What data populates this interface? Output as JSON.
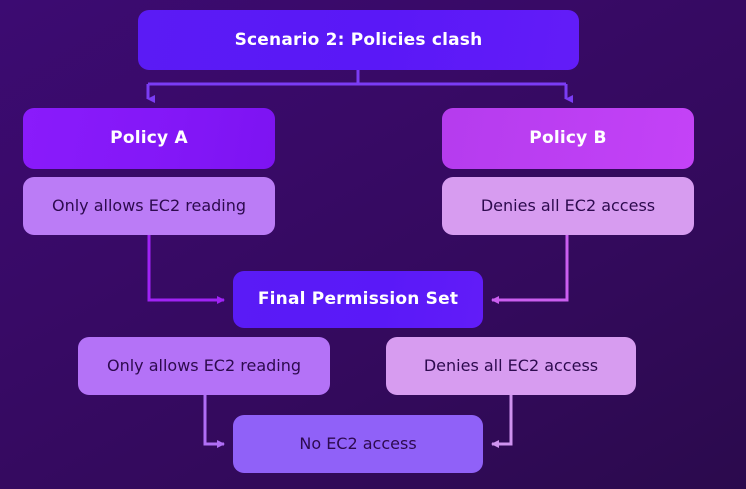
{
  "diagram": {
    "title": "Scenario 2: Policies clash",
    "type": "flowchart",
    "background_colors": [
      "#3c0b72",
      "#2b0a4d"
    ],
    "nodes": {
      "scenario": {
        "label": "Scenario 2: Policies clash",
        "color": "#5a18f7",
        "text_color": "#ffffff"
      },
      "policy_a": {
        "label": "Policy A",
        "color": "#8317f7",
        "text_color": "#ffffff"
      },
      "policy_b": {
        "label": "Policy B",
        "color": "#bd3ff3",
        "text_color": "#ffffff"
      },
      "policy_a_detail": {
        "label": "Only allows EC2 reading",
        "color": "#bb7cf6",
        "text_color": "#2d0a4e"
      },
      "policy_b_detail": {
        "label": "Denies all EC2 access",
        "color": "#d79cf0",
        "text_color": "#2d0a4e"
      },
      "final_permission_set": {
        "label": "Final Permission Set",
        "color": "#5a19f8",
        "text_color": "#ffffff"
      },
      "result_a": {
        "label": "Only allows EC2 reading",
        "color": "#b472f7",
        "text_color": "#2d0a4e"
      },
      "result_b": {
        "label": "Denies all EC2 access",
        "color": "#d79cf0",
        "text_color": "#2d0a4e"
      },
      "outcome": {
        "label": "No EC2 access",
        "color": "#9061f8",
        "text_color": "#2d0a4e"
      }
    },
    "connectors": [
      {
        "name": "scenario-to-policy-a",
        "from": "scenario",
        "to": "policy_a",
        "color": "#7b3cf5",
        "arrow": "down"
      },
      {
        "name": "scenario-to-policy-b",
        "from": "scenario",
        "to": "policy_b",
        "color": "#7b3cf5",
        "arrow": "down"
      },
      {
        "name": "policy-a-detail-to-final",
        "from": "policy_a_detail",
        "to": "final_permission_set",
        "color": "#a023f5",
        "arrow": "right"
      },
      {
        "name": "policy-b-detail-to-final",
        "from": "policy_b_detail",
        "to": "final_permission_set",
        "color": "#cb5ef0",
        "arrow": "left"
      },
      {
        "name": "result-a-to-outcome",
        "from": "result_a",
        "to": "outcome",
        "color": "#b06ef5",
        "arrow": "right"
      },
      {
        "name": "result-b-to-outcome",
        "from": "result_b",
        "to": "outcome",
        "color": "#cf93ef",
        "arrow": "left"
      }
    ]
  }
}
